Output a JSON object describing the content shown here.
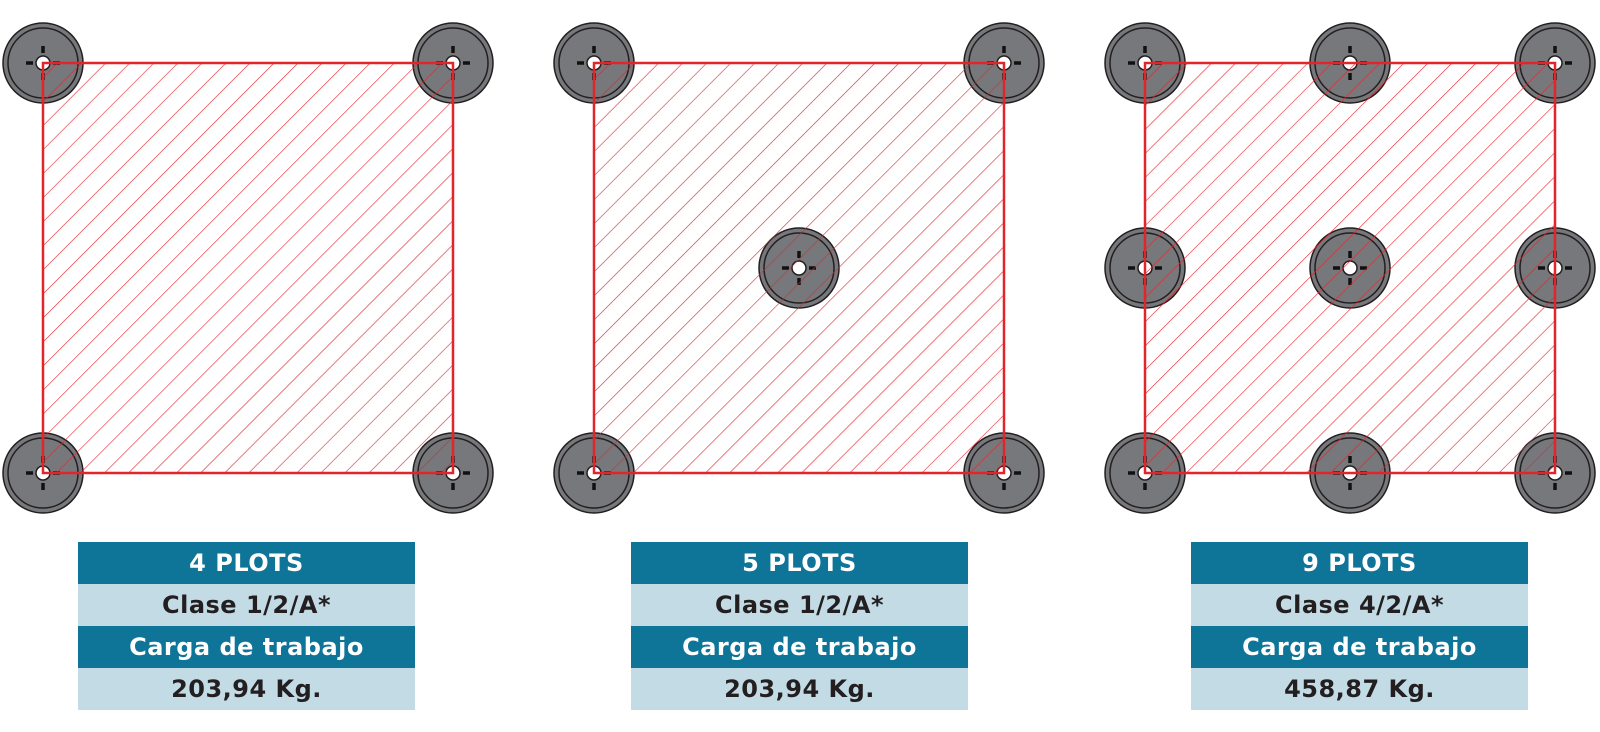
{
  "colors": {
    "outline": "#e2242b",
    "hatch": "#e2242b",
    "support_fill": "#77787b",
    "support_ring": "#231f20",
    "header_bg": "#0f7598",
    "row_bg": "#c3dbe5"
  },
  "panels": [
    {
      "supports": "4",
      "header": "4 PLOTS",
      "clase": "Clase 1/2/A*",
      "carga_label": "Carga de trabajo",
      "carga_value": "203,94 Kg."
    },
    {
      "supports": "5",
      "header": "5 PLOTS",
      "clase": "Clase 1/2/A*",
      "carga_label": "Carga de trabajo",
      "carga_value": "203,94 Kg."
    },
    {
      "supports": "9",
      "header": "9 PLOTS",
      "clase": "Clase 4/2/A*",
      "carga_label": "Carga de trabajo",
      "carga_value": "458,87 Kg."
    }
  ]
}
